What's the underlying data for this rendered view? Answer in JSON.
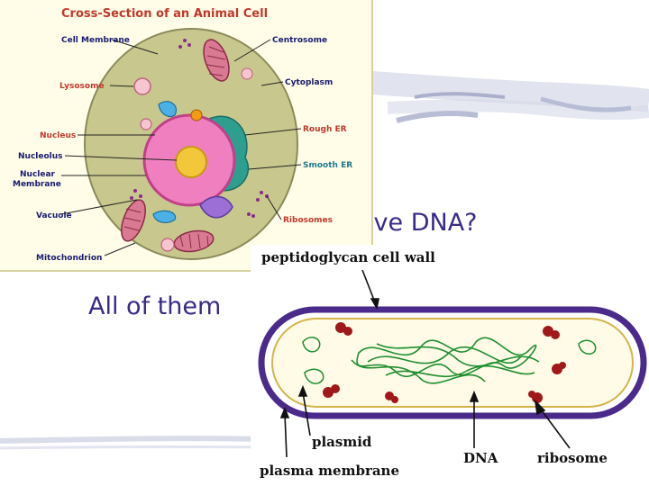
{
  "slide": {
    "question_fragment": "ave DNA?",
    "answer": "All of them"
  },
  "animal_cell": {
    "title": "Cross-Section of an Animal Cell",
    "labels": {
      "cell_membrane": "Cell Membrane",
      "centrosome": "Centrosome",
      "lysosome": "Lysosome",
      "cytoplasm": "Cytoplasm",
      "nucleus": "Nucleus",
      "rough_er": "Rough ER",
      "nucleolus": "Nucleolus",
      "nuclear_membrane_1": "Nuclear",
      "nuclear_membrane_2": "Membrane",
      "smooth_er": "Smooth ER",
      "vacuole": "Vacuole",
      "ribosomes": "Ribosomes",
      "mitochondrion": "Mitochondrion"
    },
    "colors": {
      "title": "#c0392b",
      "label_dark": "#1a1a6e",
      "label_red": "#c0392b",
      "label_teal": "#1f7a8c",
      "cytoplasm": "#c8c88e",
      "nucleus": "#f07fbf",
      "nucleolus": "#f2c83a",
      "mitochondria": "#d97a92",
      "vacuole": "#4ab0e6",
      "er": "#2e9f8f"
    }
  },
  "bacterium": {
    "labels": {
      "cell_wall": "peptidoglycan cell wall",
      "plasmid": "plasmid",
      "plasma_membrane": "plasma membrane",
      "dna": "DNA",
      "ribosome": "ribosome"
    },
    "colors": {
      "wall": "#4a2a8a",
      "dna": "#1f8f2f",
      "ribosome": "#a01818"
    }
  }
}
